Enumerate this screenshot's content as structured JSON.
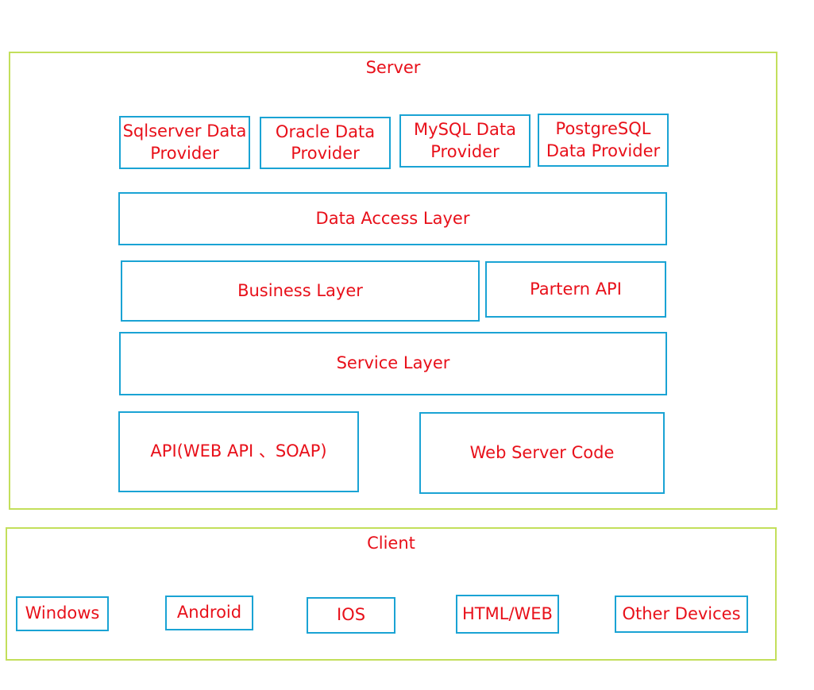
{
  "server": {
    "title": "Server",
    "providers": [
      "Sqlserver Data\nProvider",
      "Oracle Data\nProvider",
      "MySQL Data\nProvider",
      "PostgreSQL\nData Provider"
    ],
    "data_access_layer": "Data Access Layer",
    "business_layer": "Business Layer",
    "partern_api": "Partern API",
    "service_layer": "Service Layer",
    "api": "API(WEB API 、SOAP)",
    "web_server_code": "Web Server Code"
  },
  "client": {
    "title": "Client",
    "devices": [
      "Windows",
      "Android",
      "IOS",
      "HTML/WEB",
      "Other Devices"
    ]
  },
  "colors": {
    "container_border": "#c3df5b",
    "box_border": "#1aa3d4",
    "text": "#e8101a"
  }
}
